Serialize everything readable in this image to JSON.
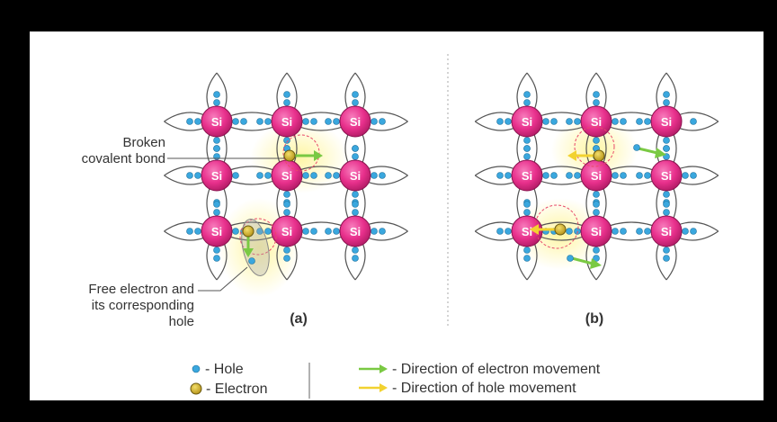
{
  "atom_label": "Si",
  "panel_a": {
    "caption": "(a)",
    "annotation_broken": [
      "Broken",
      "covalent bond"
    ],
    "annotation_free": [
      "Free electron and",
      "its corresponding",
      "hole"
    ]
  },
  "panel_b": {
    "caption": "(b)"
  },
  "legend": {
    "hole": "- Hole",
    "electron": "- Electron",
    "electron_movement": "- Direction of electron movement",
    "hole_movement": "- Direction of hole movement"
  },
  "colors": {
    "atom": "#e8308c",
    "hole": "#3aa7de",
    "electron": "#d4b52c",
    "electron_arrow": "#7ac943",
    "hole_arrow": "#f2d230",
    "glow": "#fff7b0",
    "bond_break": "#e84a6b"
  }
}
